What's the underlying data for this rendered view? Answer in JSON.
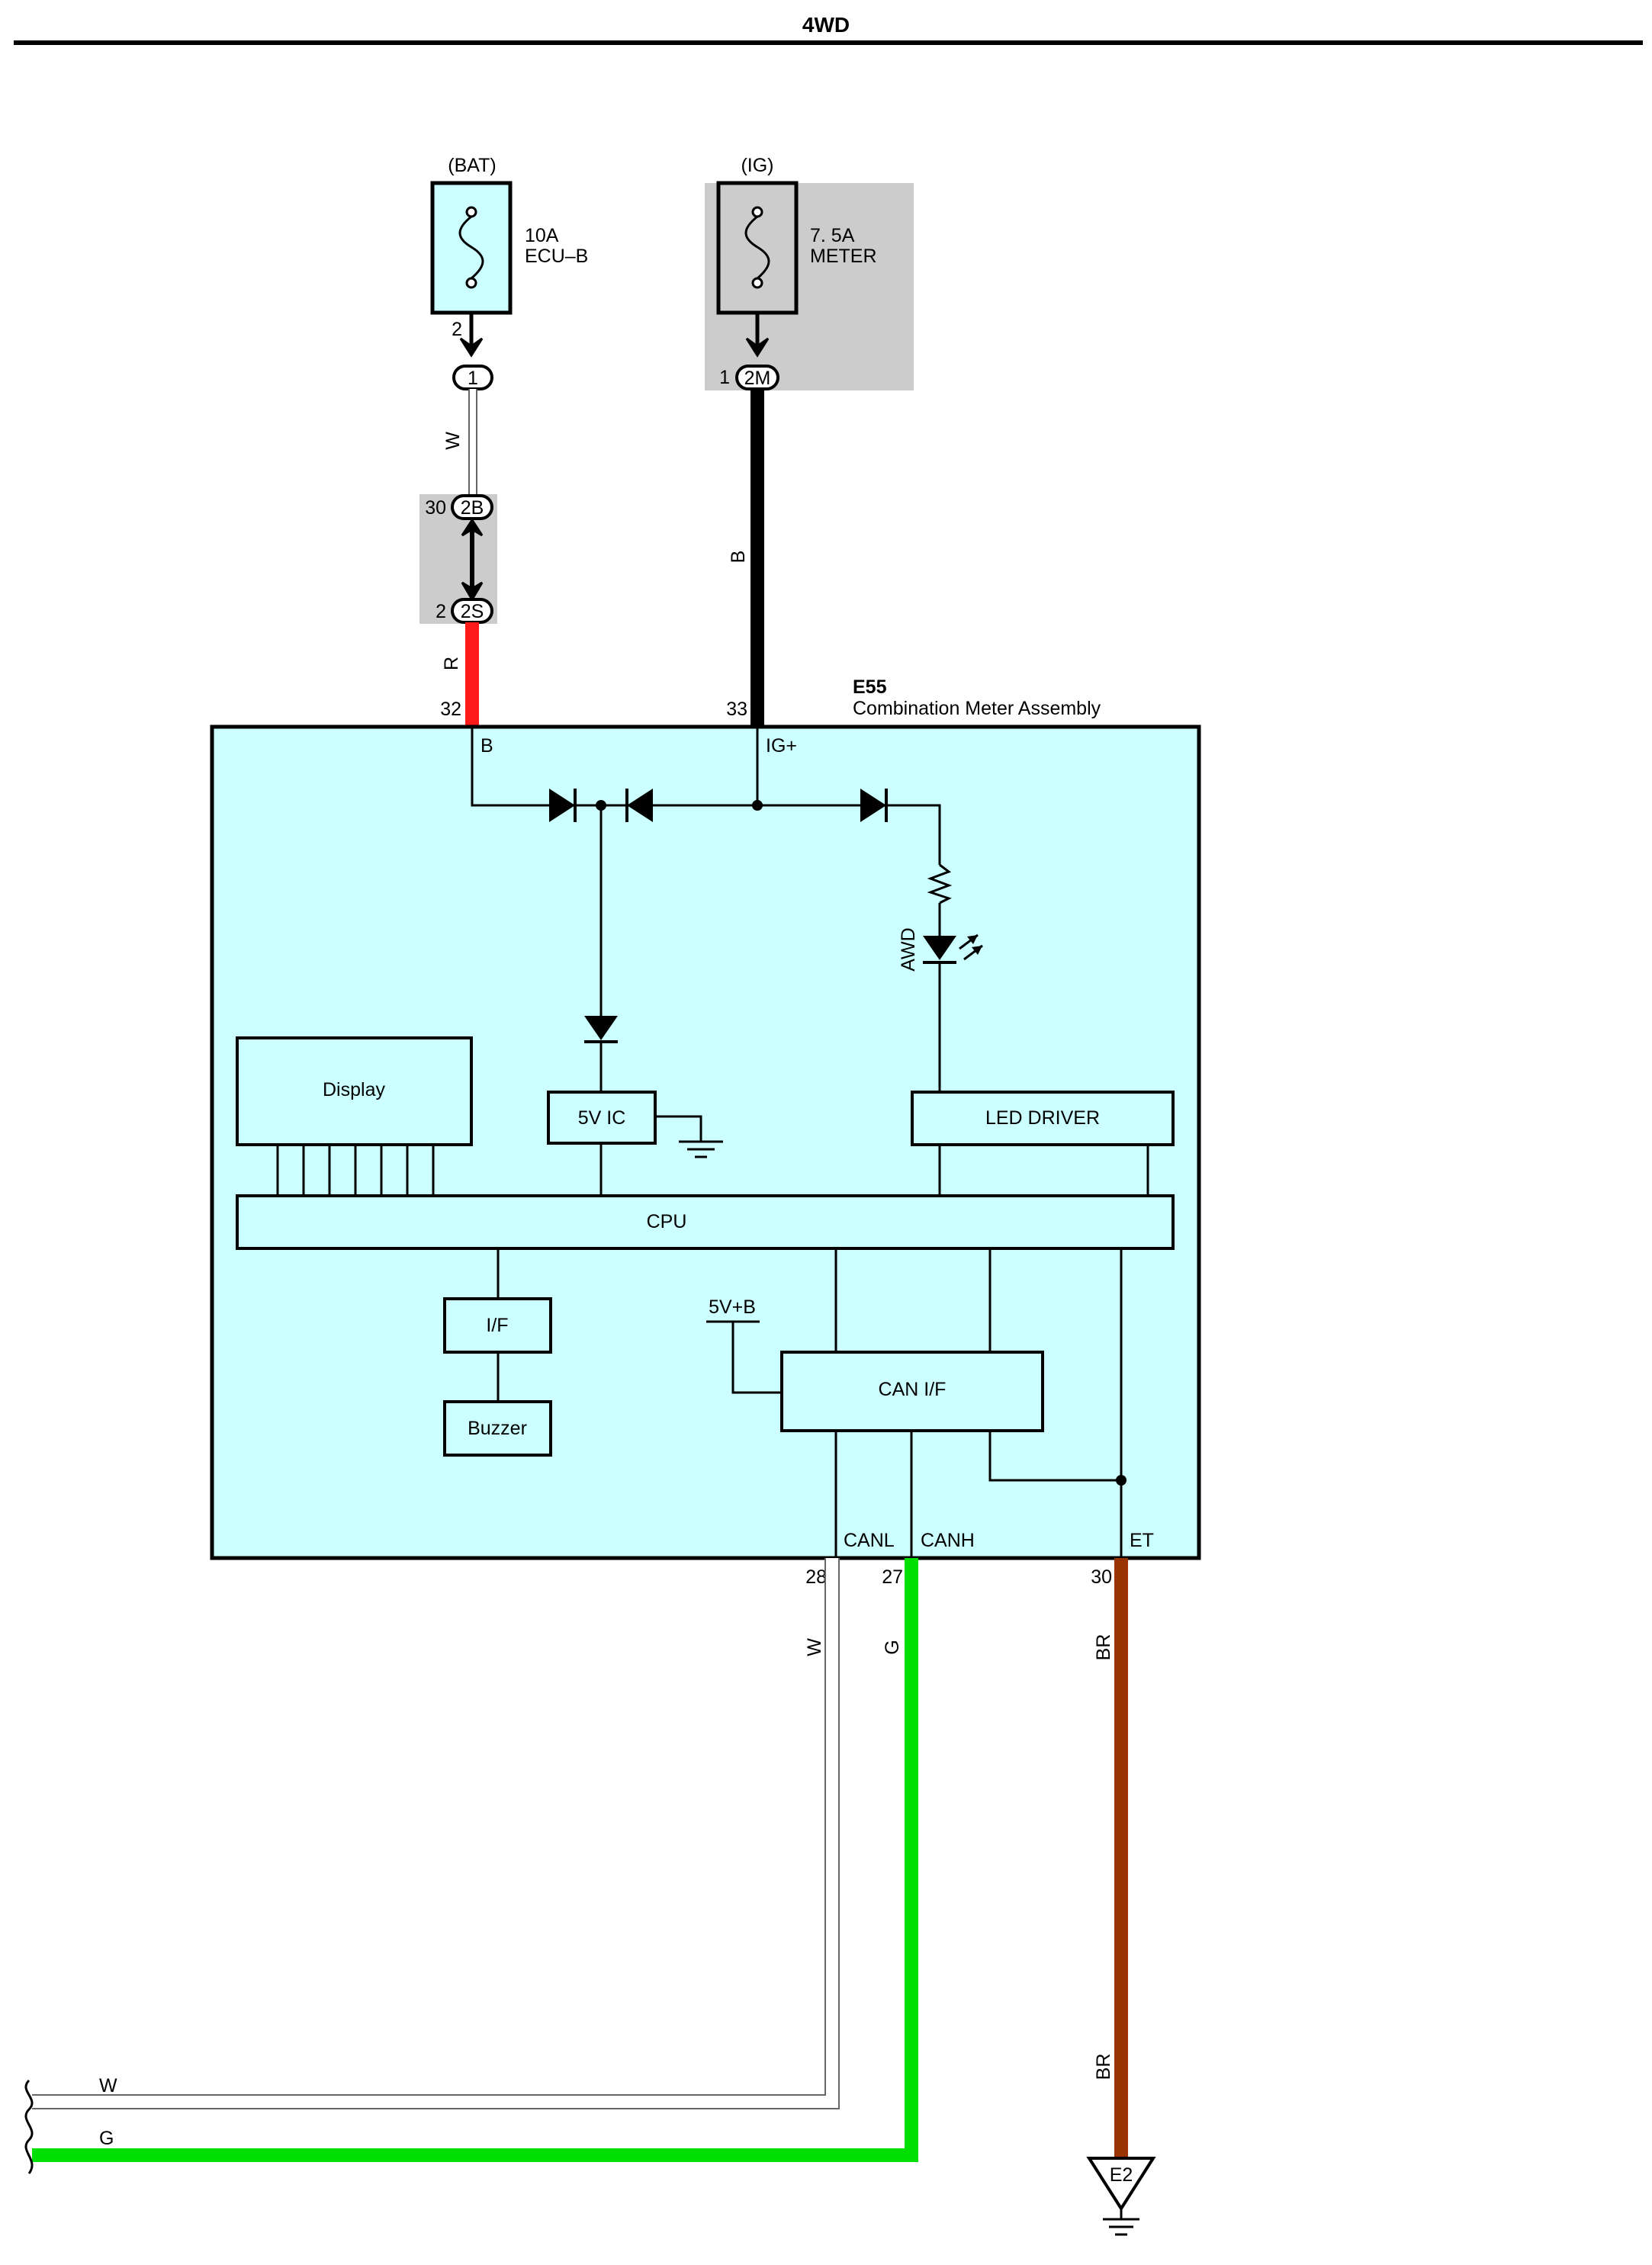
{
  "header": {
    "title": "4WD"
  },
  "fuses": {
    "bat": {
      "source": "(BAT)",
      "rating": "10A",
      "name": "ECU–B",
      "pin": "2",
      "connector": "1"
    },
    "ig": {
      "source": "(IG)",
      "rating": "7. 5A",
      "name": "METER",
      "pin": "1",
      "connector": "2M"
    }
  },
  "junction": {
    "upper_pin": "30",
    "upper_conn": "2B",
    "lower_pin": "2",
    "lower_conn": "2S"
  },
  "wires": {
    "bat_upper": "W",
    "bat_lower": "R",
    "ig": "B",
    "canl": "W",
    "canh": "G",
    "ground_upper": "BR",
    "ground_lower": "BR",
    "out_w": "W",
    "out_g": "G"
  },
  "module": {
    "code": "E55",
    "name": "Combination Meter Assembly",
    "pins": {
      "b_num": "32",
      "b_label": "B",
      "ig_num": "33",
      "ig_label": "IG+",
      "canl_num": "28",
      "canl_label": "CANL",
      "canh_num": "27",
      "canh_label": "CANH",
      "et_num": "30",
      "et_label": "ET"
    },
    "blocks": {
      "display": "Display",
      "ic5v": "5V IC",
      "led_driver": "LED DRIVER",
      "cpu": "CPU",
      "if": "I/F",
      "buzzer": "Buzzer",
      "can_if": "CAN I/F",
      "supply": "5V+B",
      "led": "AWD"
    }
  },
  "ground": {
    "label": "E2"
  },
  "colors": {
    "red": "#ff1a1a",
    "green": "#00e000",
    "brown": "#993300",
    "black": "#000000",
    "module_fill": "#ccffff",
    "fuse_fill": "#ccffff",
    "highlight": "#cccccc"
  }
}
